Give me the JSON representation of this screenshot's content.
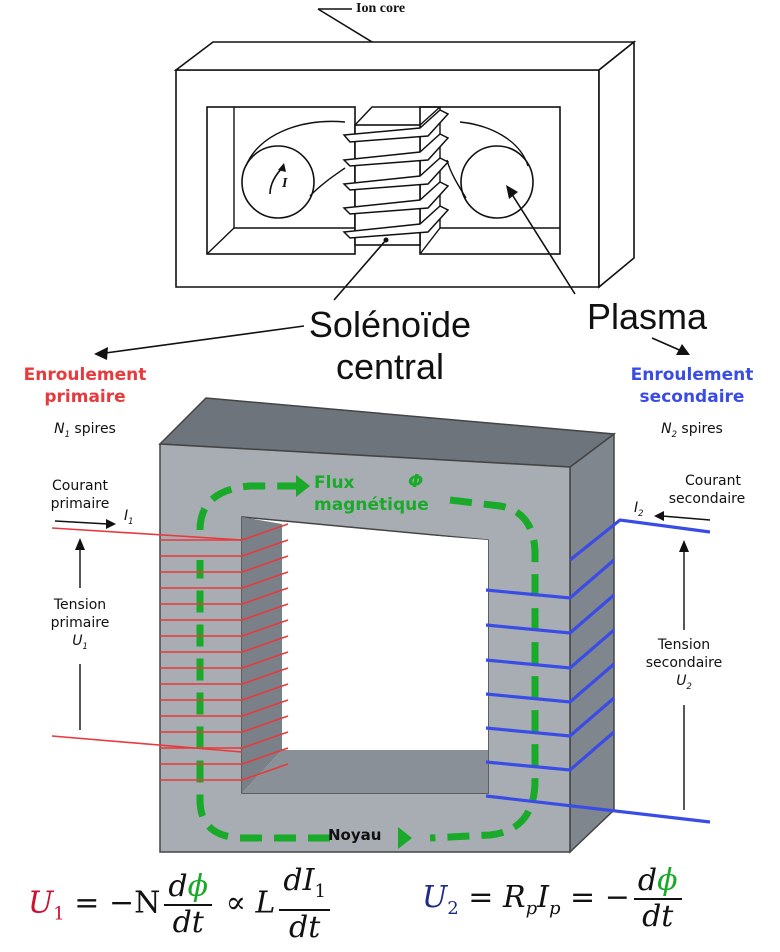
{
  "top_diagram": {
    "iron_core_label": "Ion core",
    "current_symbol": "I"
  },
  "labels": {
    "central_solenoid_line1": "Solénoïde",
    "central_solenoid_line2": "central",
    "plasma": "Plasma"
  },
  "primary": {
    "title_line1": "Enroulement",
    "title_line2": "primaire",
    "turns_symbol": "N",
    "turns_sub": "1",
    "turns_word": "spires",
    "current_line1": "Courant",
    "current_line2": "primaire",
    "current_symbol": "I",
    "current_sub": "1",
    "voltage_line1": "Tension",
    "voltage_line2": "primaire",
    "voltage_symbol": "U",
    "voltage_sub": "1",
    "color": "#e8393c"
  },
  "secondary": {
    "title_line1": "Enroulement",
    "title_line2": "secondaire",
    "turns_symbol": "N",
    "turns_sub": "2",
    "turns_word": "spires",
    "current_line1": "Courant",
    "current_line2": "secondaire",
    "current_symbol": "I",
    "current_sub": "2",
    "voltage_line1": "Tension",
    "voltage_line2": "secondaire",
    "voltage_symbol": "U",
    "voltage_sub": "2",
    "color": "#3a4ce6"
  },
  "flux": {
    "line1": "Flux",
    "line2": "magnétique",
    "symbol": "Φ",
    "color": "#1aaa2a"
  },
  "core": {
    "label": "Noyau",
    "color": "#a7adb3"
  },
  "equations": {
    "eq1_lhs": "U",
    "eq1_lhs_sub": "1",
    "eq1_eq": "=",
    "eq1_minus_n": "−N",
    "eq1_num_d": "d",
    "eq1_num_phi": "ϕ",
    "eq1_den": "dt",
    "eq1_prop": "∝",
    "eq1_L": "L",
    "eq1_num2": "dI",
    "eq1_num2_sub": "1",
    "eq1_den2": "dt",
    "eq2_lhs": "U",
    "eq2_lhs_sub": "2",
    "eq2_eq": "=",
    "eq2_R": "R",
    "eq2_R_sub": "p",
    "eq2_I": "I",
    "eq2_I_sub": "p",
    "eq2_eq2": "=",
    "eq2_minus": "−",
    "eq2_num_d": "d",
    "eq2_num_phi": "ϕ",
    "eq2_den": "dt"
  }
}
